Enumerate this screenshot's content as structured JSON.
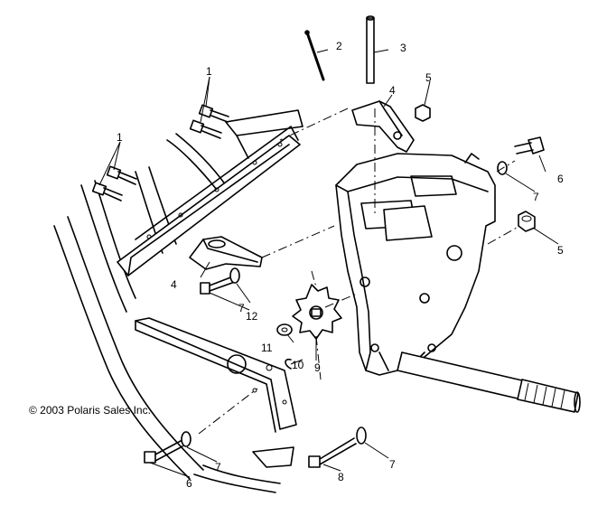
{
  "copyright": "© 2003 Polaris Sales Inc.",
  "callouts": [
    {
      "id": "c1a",
      "label": "1"
    },
    {
      "id": "c1b",
      "label": "1"
    },
    {
      "id": "c2",
      "label": "2"
    },
    {
      "id": "c3",
      "label": "3"
    },
    {
      "id": "c4a",
      "label": "4"
    },
    {
      "id": "c4b",
      "label": "4"
    },
    {
      "id": "c5a",
      "label": "5"
    },
    {
      "id": "c5b",
      "label": "5"
    },
    {
      "id": "c6a",
      "label": "6"
    },
    {
      "id": "c6b",
      "label": "6"
    },
    {
      "id": "c7a",
      "label": "7"
    },
    {
      "id": "c7b",
      "label": "7"
    },
    {
      "id": "c7c",
      "label": "7"
    },
    {
      "id": "c7d",
      "label": "7"
    },
    {
      "id": "c8",
      "label": "8"
    },
    {
      "id": "c9",
      "label": "9"
    },
    {
      "id": "c10",
      "label": "10"
    },
    {
      "id": "c11",
      "label": "11"
    },
    {
      "id": "c12",
      "label": "12"
    }
  ]
}
